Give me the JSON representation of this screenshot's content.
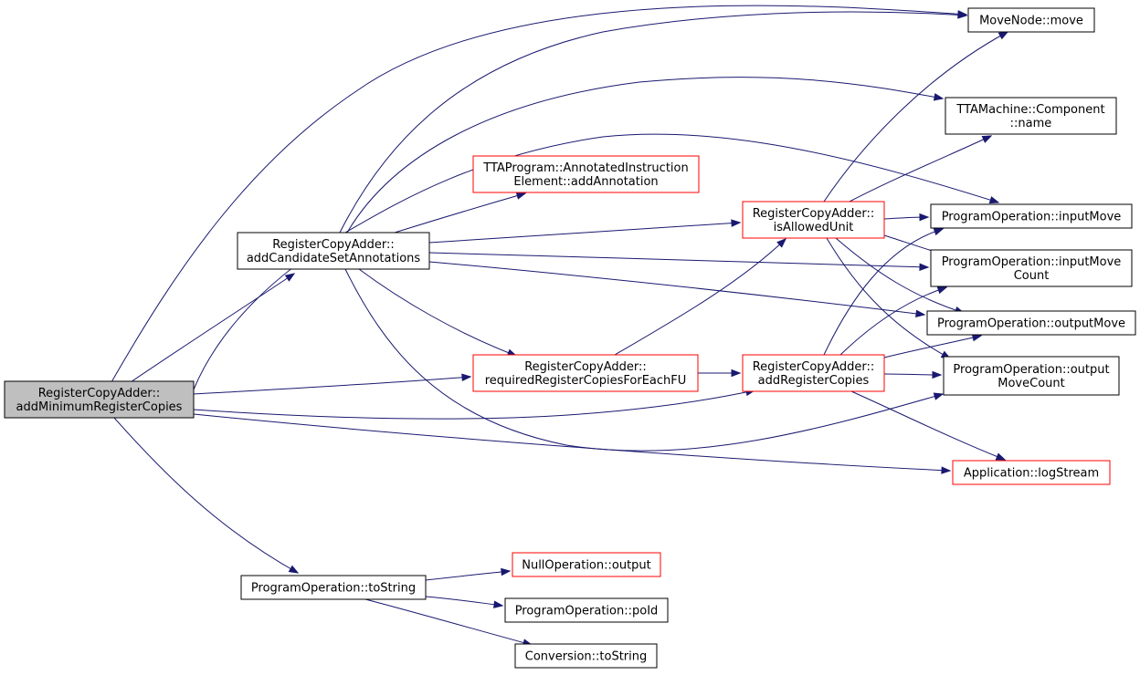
{
  "colors": {
    "edge": "#191970",
    "node_border": "#000000",
    "node_border_incomplete": "#ff0000",
    "node_fill": "#ffffff",
    "root_fill": "#bfbfbf",
    "root_border": "#000000"
  },
  "nodes": {
    "root": {
      "lines": [
        "RegisterCopyAdder::",
        "addMinimumRegisterCopies"
      ]
    },
    "addCand": {
      "lines": [
        "RegisterCopyAdder::",
        "addCandidateSetAnnotations"
      ]
    },
    "toString": {
      "lines": [
        "ProgramOperation::toString"
      ]
    },
    "moveNode": {
      "lines": [
        "MoveNode::move"
      ]
    },
    "compName": {
      "lines": [
        "TTAMachine::Component",
        "::name"
      ]
    },
    "addAnnot": {
      "lines": [
        "TTAProgram::AnnotatedInstruction",
        "Element::addAnnotation"
      ]
    },
    "isAllowed": {
      "lines": [
        "RegisterCopyAdder::",
        "isAllowedUnit"
      ]
    },
    "reqCopies": {
      "lines": [
        "RegisterCopyAdder::",
        "requiredRegisterCopiesForEachFU"
      ]
    },
    "addRegCopies": {
      "lines": [
        "RegisterCopyAdder::",
        "addRegisterCopies"
      ]
    },
    "inputMove": {
      "lines": [
        "ProgramOperation::inputMove"
      ]
    },
    "inputMoveCount": {
      "lines": [
        "ProgramOperation::inputMove",
        "Count"
      ]
    },
    "outputMove": {
      "lines": [
        "ProgramOperation::outputMove"
      ]
    },
    "outputMoveCount": {
      "lines": [
        "ProgramOperation::output",
        "MoveCount"
      ]
    },
    "logStream": {
      "lines": [
        "Application::logStream"
      ]
    },
    "nullOutput": {
      "lines": [
        "NullOperation::output"
      ]
    },
    "poId": {
      "lines": [
        "ProgramOperation::poId"
      ]
    },
    "convToString": {
      "lines": [
        "Conversion::toString"
      ]
    }
  },
  "edges": [
    [
      "root",
      "addCand"
    ],
    [
      "root",
      "moveNode"
    ],
    [
      "root",
      "reqCopies"
    ],
    [
      "root",
      "addRegCopies"
    ],
    [
      "root",
      "logStream"
    ],
    [
      "root",
      "toString"
    ],
    [
      "root",
      "inputMove"
    ],
    [
      "addCand",
      "moveNode"
    ],
    [
      "addCand",
      "compName"
    ],
    [
      "addCand",
      "addAnnot"
    ],
    [
      "addCand",
      "isAllowed"
    ],
    [
      "addCand",
      "inputMoveCount"
    ],
    [
      "addCand",
      "outputMove"
    ],
    [
      "addCand",
      "reqCopies"
    ],
    [
      "addCand",
      "outputMoveCount"
    ],
    [
      "isAllowed",
      "moveNode"
    ],
    [
      "isAllowed",
      "compName"
    ],
    [
      "isAllowed",
      "inputMove"
    ],
    [
      "isAllowed",
      "inputMoveCount"
    ],
    [
      "isAllowed",
      "outputMove"
    ],
    [
      "isAllowed",
      "outputMoveCount"
    ],
    [
      "reqCopies",
      "isAllowed"
    ],
    [
      "reqCopies",
      "addRegCopies"
    ],
    [
      "addRegCopies",
      "inputMove"
    ],
    [
      "addRegCopies",
      "inputMoveCount"
    ],
    [
      "addRegCopies",
      "outputMove"
    ],
    [
      "addRegCopies",
      "outputMoveCount"
    ],
    [
      "addRegCopies",
      "logStream"
    ],
    [
      "toString",
      "nullOutput"
    ],
    [
      "toString",
      "poId"
    ],
    [
      "toString",
      "convToString"
    ]
  ]
}
